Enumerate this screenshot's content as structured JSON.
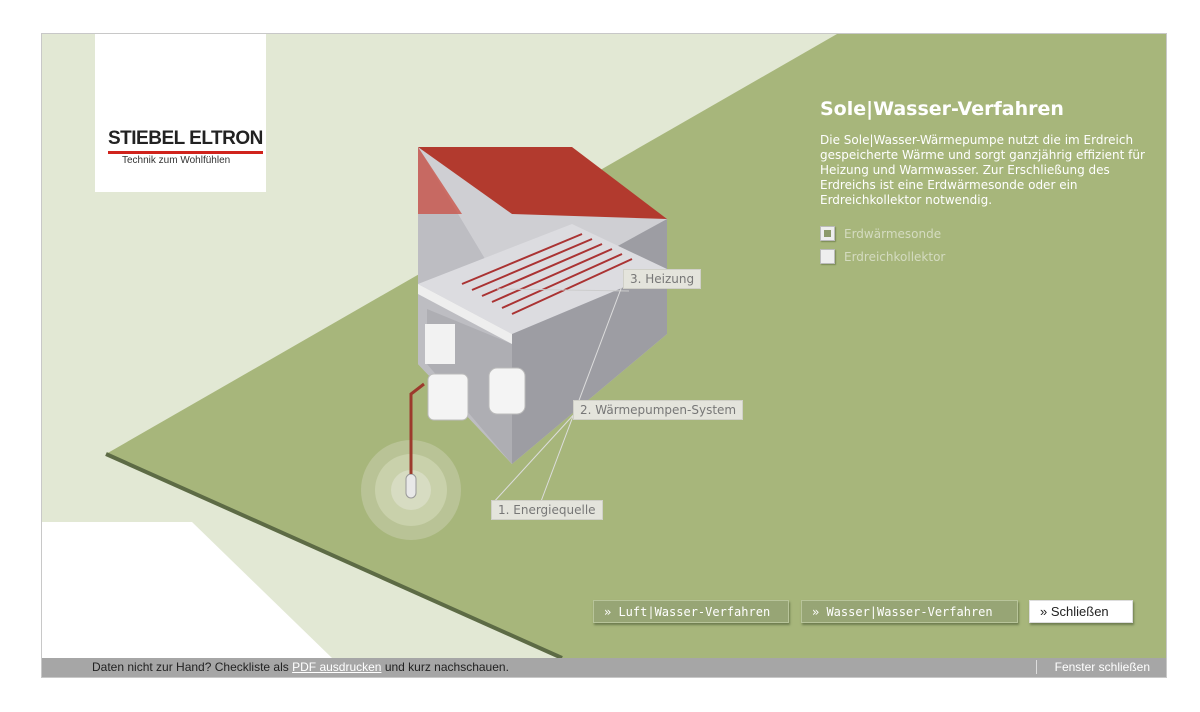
{
  "logo": {
    "brand": "STIEBEL ELTRON",
    "tagline": "Technik zum Wohlfühlen"
  },
  "info": {
    "title": "Sole|Wasser-Verfahren",
    "text": "Die Sole|Wasser-Wärmepumpe nutzt die im Erdreich gespeicherte Wärme und sorgt ganzjährig effizient für Heizung und Warmwasser. Zur Erschließung des Erdreichs ist eine Erdwärmesonde oder ein Erdreichkollektor notwendig.",
    "options": [
      {
        "label": "Erdwärmesonde",
        "checked": true
      },
      {
        "label": "Erdreichkollektor",
        "checked": false
      }
    ]
  },
  "labels": {
    "heizung": "3. Heizung",
    "system": "2. Wärmepumpen-System",
    "quelle": "1. Energiequelle"
  },
  "buttons": {
    "luft": "» Luft|Wasser-Verfahren",
    "wasser": "» Wasser|Wasser-Verfahren",
    "close": "» Schließen"
  },
  "footer": {
    "pre": "Daten nicht zur Hand? Checkliste als ",
    "link": "PDF ausdrucken",
    "post": " und kurz nachschauen.",
    "close": "Fenster schließen"
  }
}
